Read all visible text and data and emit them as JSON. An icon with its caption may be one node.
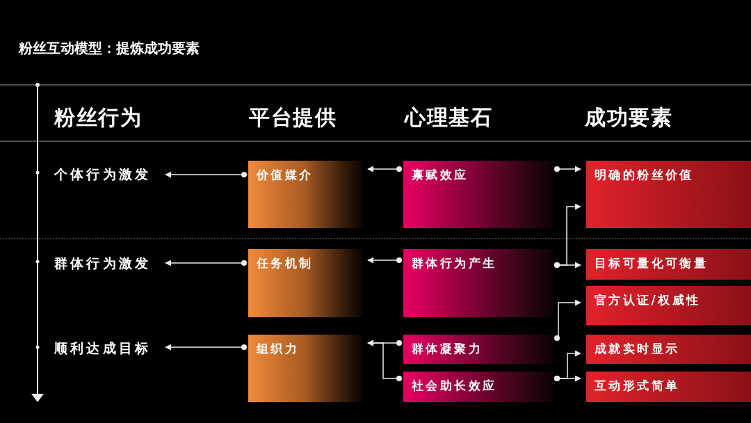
{
  "diagram": {
    "title": "粉丝互动模型：提炼成功要素",
    "nodes": [
      {
        "text": [
          "个体行为激发"
        ]
      },
      {
        "text": [
          "群体行为激发"
        ]
      },
      {
        "text": [
          "顺利达成目标"
        ]
      },
      {
        "text": [
          "价值媒介"
        ]
      },
      {
        "text": [
          "任务机制"
        ]
      },
      {
        "text": [
          "组织力"
        ]
      },
      {
        "text": [
          "禀赋效应"
        ]
      },
      {
        "text": [
          "群体行为产生"
        ]
      },
      {
        "text": [
          "群体凝聚力"
        ]
      },
      {
        "text": [
          "社会助长效应"
        ]
      },
      {
        "text": [
          "明确的粉丝价值"
        ]
      },
      {
        "text": [
          "目标可量化可衡量"
        ]
      },
      {
        "text": [
          "官方认证/权威性"
        ]
      },
      {
        "text": [
          "成就实时显示"
        ]
      },
      {
        "text": [
          "互动形式简单"
        ]
      }
    ],
    "edges": [
      {
        "from": 3,
        "to": 0,
        "arrow": "to"
      },
      {
        "from": 4,
        "to": 1,
        "arrow": "to"
      },
      {
        "from": 5,
        "to": 2,
        "arrow": "to"
      },
      {
        "from": 6,
        "to": 3,
        "arrow": "to"
      },
      {
        "from": 7,
        "to": 4,
        "arrow": "to"
      },
      {
        "from": 8,
        "to": 5,
        "arrow": "to"
      },
      {
        "from": 9,
        "to": 5,
        "arrow": "to"
      },
      {
        "from": 6,
        "to": 10,
        "arrow": "to"
      },
      {
        "from": 7,
        "to": 10,
        "arrow": "to"
      },
      {
        "from": 7,
        "to": 11,
        "arrow": "to"
      },
      {
        "from": 8,
        "to": 12,
        "arrow": "to"
      },
      {
        "from": 9,
        "to": 13,
        "arrow": "to"
      },
      {
        "from": 9,
        "to": 14,
        "arrow": "to"
      }
    ],
    "labels": [
      "粉丝行为",
      "平台提供",
      "心理基石",
      "成功要素"
    ]
  }
}
